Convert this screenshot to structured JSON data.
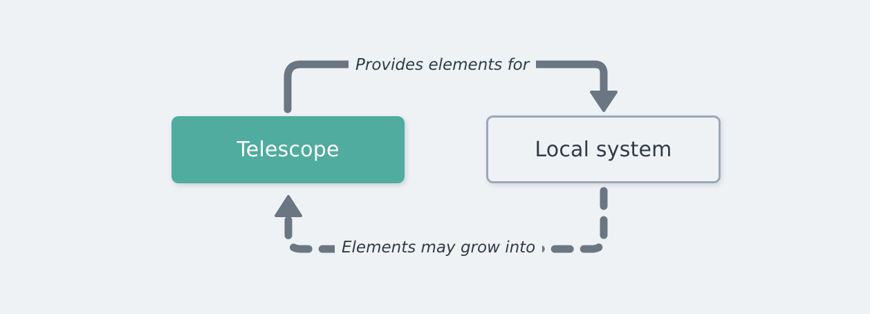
{
  "diagram": {
    "background_color": "#eff2f5",
    "nodes": [
      {
        "id": "telescope",
        "label": "Telescope",
        "fill_color": "#4fac9f",
        "text_color": "#ffffff",
        "border_color": "none",
        "style": "filled"
      },
      {
        "id": "local-system",
        "label": "Local system",
        "fill_color": "#eff2f5",
        "text_color": "#2f3b47",
        "border_color": "#9ba8b7",
        "style": "outlined"
      }
    ],
    "edges": [
      {
        "id": "edge-top",
        "label": "Provides elements for",
        "from": "telescope",
        "to": "local-system",
        "line_style": "solid",
        "line_color": "#6b7683",
        "arrowhead": "filled-triangle",
        "direction": "left-to-right"
      },
      {
        "id": "edge-bottom",
        "label": "Elements may grow into",
        "from": "local-system",
        "to": "telescope",
        "line_style": "dashed",
        "line_color": "#6b7683",
        "arrowhead": "filled-triangle",
        "direction": "right-to-left"
      }
    ]
  }
}
